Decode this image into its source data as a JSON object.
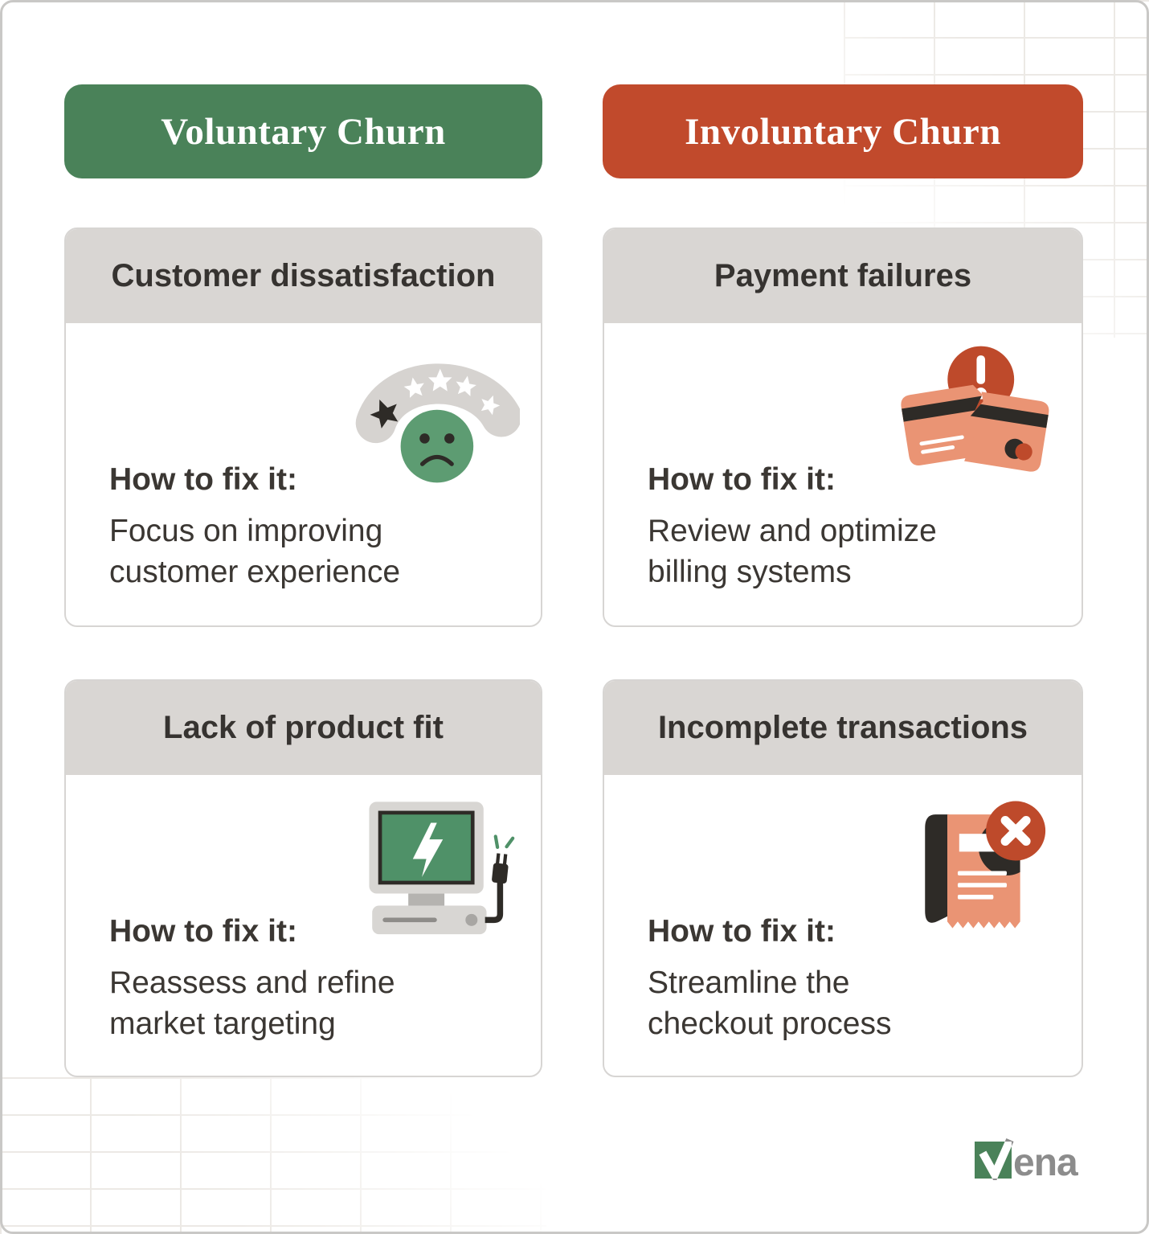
{
  "columns": [
    {
      "header": {
        "label": "Voluntary Churn",
        "color": "#4A8259"
      },
      "cards": [
        {
          "title": "Customer dissatisfaction",
          "icon": "one-star-rating-sad-face-icon",
          "fix_label": "How to fix it:",
          "fix_text": "Focus on improving\ncustomer experience"
        },
        {
          "title": "Lack of product fit",
          "icon": "unplugged-computer-icon",
          "fix_label": "How to fix it:",
          "fix_text": "Reassess and refine\nmarket targeting"
        }
      ]
    },
    {
      "header": {
        "label": "Involuntary Churn",
        "color": "#C14A2C"
      },
      "cards": [
        {
          "title": "Payment failures",
          "icon": "broken-credit-card-icon",
          "fix_label": "How to fix it:",
          "fix_text": "Review and optimize\nbilling systems"
        },
        {
          "title": "Incomplete transactions",
          "icon": "declined-receipt-icon",
          "fix_label": "How to fix it:",
          "fix_text": "Streamline the\ncheckout process"
        }
      ]
    }
  ],
  "footer": {
    "logo_name": "Vena",
    "logo_text_suffix": "ena"
  },
  "colors": {
    "green": "#4A8259",
    "icon_green": "#5D9C72",
    "screen_green": "#4F9168",
    "red": "#C14A2C",
    "icon_red": "#BE4A2B",
    "salmon": "#EA9474",
    "icon_dark": "#2E2B27",
    "card_header_gray": "#D9D6D3",
    "text": "#3B3733",
    "grid_line": "#ECE9E5",
    "logo_gray": "#8C8C8C"
  }
}
